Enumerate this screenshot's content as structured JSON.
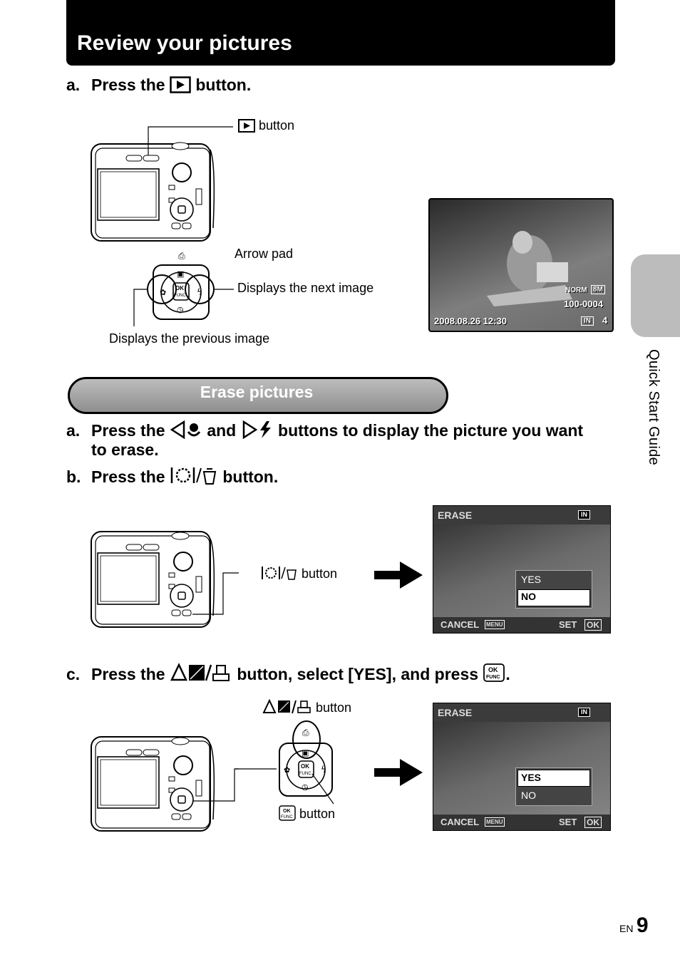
{
  "header": {
    "title": "Review your pictures"
  },
  "review": {
    "step_a": {
      "label": "a.",
      "text_before": "Press the",
      "text_after": "button."
    },
    "callout_play": "button",
    "callout_arrow_pad": "Arrow pad",
    "callout_next": "Displays the next image",
    "callout_prev": "Displays the previous image",
    "screen": {
      "quality": "NORM",
      "size": "8M",
      "file_no": "100-0004",
      "datetime": "2008.08.26 12:30",
      "memory": "IN",
      "count": "4"
    }
  },
  "erase": {
    "section_title": "Erase pictures",
    "step_a": {
      "label": "a.",
      "text_1": "Press the",
      "text_2": "and",
      "text_3": "buttons to display the picture you want",
      "text_4": "to erase."
    },
    "step_b": {
      "label": "b.",
      "text_before": "Press the",
      "text_after": "button."
    },
    "callout_erase": "button",
    "step_c": {
      "label": "c.",
      "text_1": "Press the",
      "text_2": "button, select [YES], and press",
      "text_3": "."
    },
    "callout_up": "button",
    "callout_ok": "button",
    "screen1": {
      "title": "ERASE",
      "memory": "IN",
      "options": [
        "YES",
        "NO"
      ],
      "selected": "NO",
      "cancel": "CANCEL",
      "menu_tag": "MENU",
      "set": "SET",
      "ok_tag": "OK"
    },
    "screen2": {
      "title": "ERASE",
      "memory": "IN",
      "options": [
        "YES",
        "NO"
      ],
      "selected": "YES",
      "cancel": "CANCEL",
      "menu_tag": "MENU",
      "set": "SET",
      "ok_tag": "OK"
    }
  },
  "sidebar": {
    "label": "Quick Start Guide"
  },
  "footer": {
    "lang": "EN",
    "page": "9"
  },
  "icons": {
    "play": "play-button-icon",
    "left": "left-macro-icon",
    "right": "right-flash-icon",
    "erase": "image-stabilizer-erase-icon",
    "up": "up-exposure-print-icon",
    "ok": "ok-func-icon"
  }
}
